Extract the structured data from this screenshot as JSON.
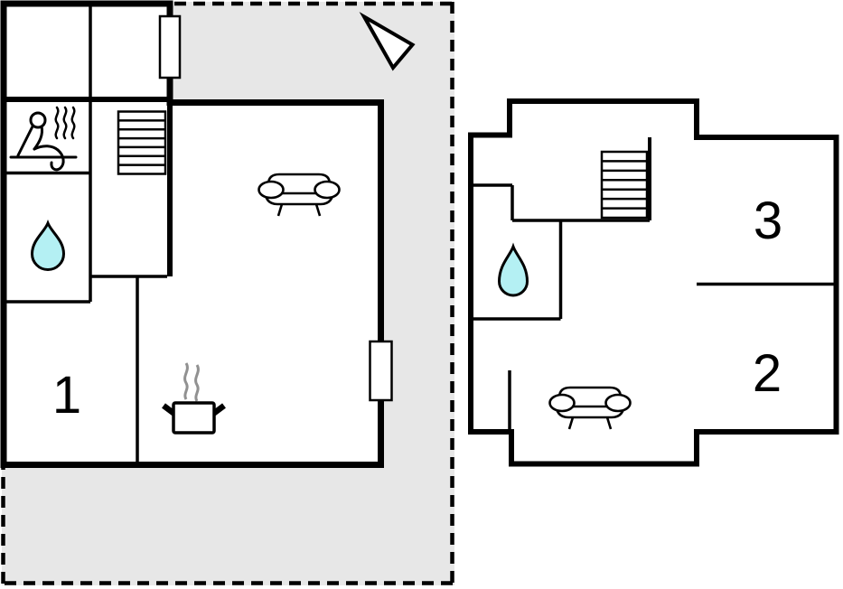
{
  "image": {
    "type": "floor-plan",
    "floor_count": 2
  },
  "colors": {
    "wall": "#000000",
    "terrace": "#e7e7e7",
    "water": "#b4f0f3",
    "steam": "#919191",
    "paper": "#ffffff"
  },
  "ground_floor": {
    "room_label": "1",
    "features": [
      "sauna-icon",
      "staircase-icon",
      "water-drop-icon",
      "sofa-icon",
      "cooking-pot-icon",
      "window",
      "window",
      "terrace-area",
      "north-arrow-icon"
    ]
  },
  "upper_floor": {
    "room3_label": "3",
    "room2_label": "2",
    "features": [
      "staircase-icon",
      "water-drop-icon",
      "sofa-icon"
    ]
  }
}
